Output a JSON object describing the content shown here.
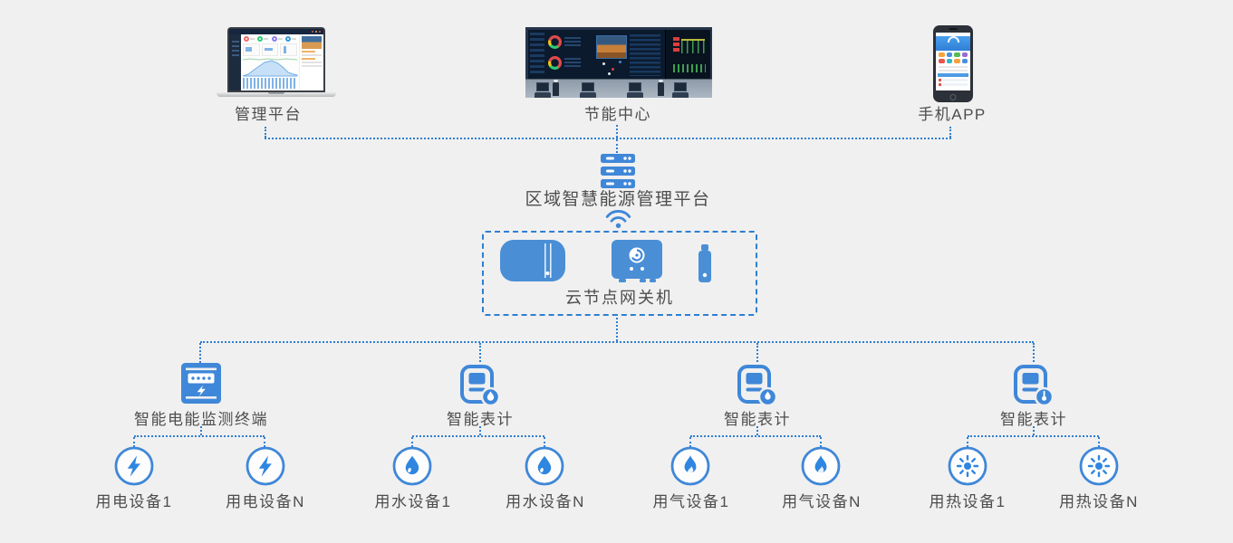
{
  "background_color": "#f0f0f0",
  "accent_color": "#3f87d8",
  "line_color": "#2e7fd2",
  "text_color": "#4d4d4d",
  "top_nodes": {
    "management": {
      "label": "管理平台",
      "icon": "laptop-dashboard-image"
    },
    "center": {
      "label": "节能中心",
      "icon": "control-room-image"
    },
    "app": {
      "label": "手机APP",
      "icon": "smartphone-image"
    }
  },
  "platform": {
    "label": "区域智慧能源管理平台",
    "icon": "server-icon"
  },
  "wifi_icon": "wifi-icon",
  "gateway": {
    "label": "云节点网关机",
    "devices": [
      "router-device-icon",
      "gateway-box-icon",
      "usb-dongle-icon"
    ]
  },
  "branches": [
    {
      "meter_label": "智能电能监测终端",
      "meter_icon": "electric-meter-icon",
      "devices": [
        {
          "label": "用电设备1",
          "icon": "lightning-icon"
        },
        {
          "label": "用电设备N",
          "icon": "lightning-icon"
        }
      ]
    },
    {
      "meter_label": "智能表计",
      "meter_icon": "smart-meter-water-icon",
      "devices": [
        {
          "label": "用水设备1",
          "icon": "water-drop-icon"
        },
        {
          "label": "用水设备N",
          "icon": "water-drop-icon"
        }
      ]
    },
    {
      "meter_label": "智能表计",
      "meter_icon": "smart-meter-gas-icon",
      "devices": [
        {
          "label": "用气设备1",
          "icon": "flame-icon"
        },
        {
          "label": "用气设备N",
          "icon": "flame-icon"
        }
      ]
    },
    {
      "meter_label": "智能表计",
      "meter_icon": "smart-meter-heat-icon",
      "devices": [
        {
          "label": "用热设备1",
          "icon": "sun-heat-icon"
        },
        {
          "label": "用热设备N",
          "icon": "sun-heat-icon"
        }
      ]
    }
  ]
}
